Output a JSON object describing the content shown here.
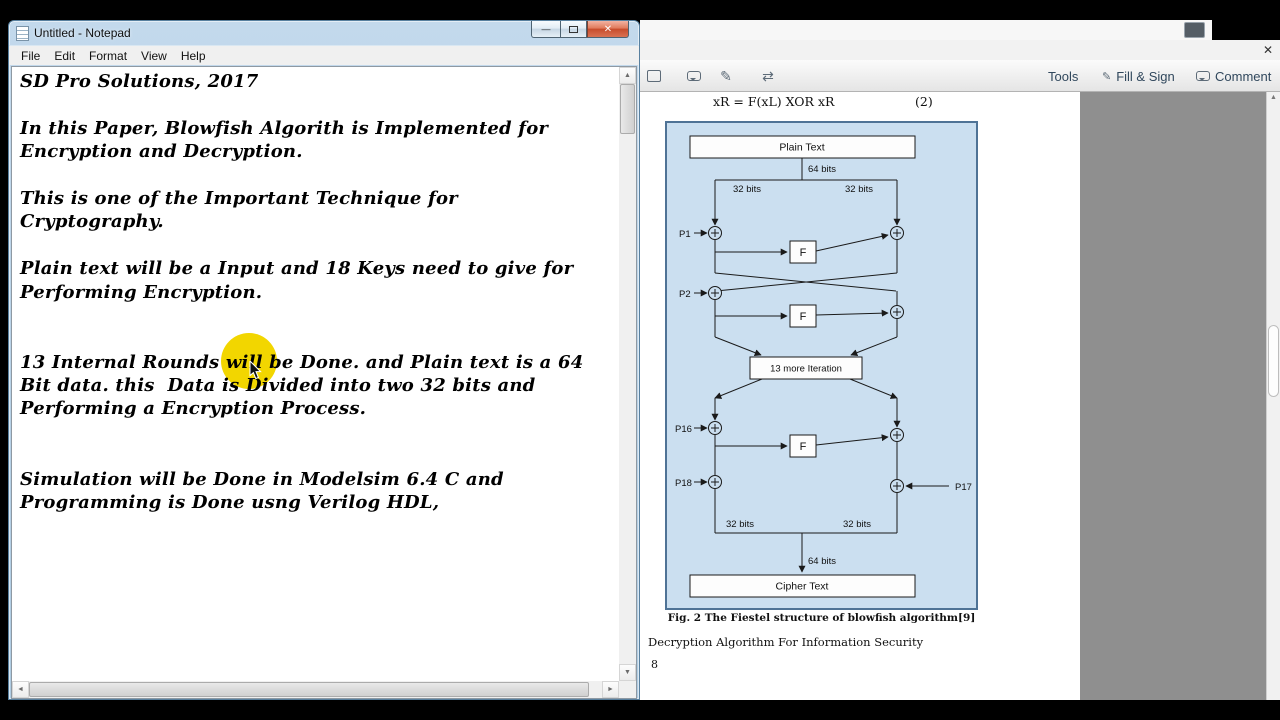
{
  "notepad": {
    "title": "Untitled - Notepad",
    "menu": [
      "File",
      "Edit",
      "Format",
      "View",
      "Help"
    ],
    "lines": [
      "SD Pro Solutions, 2017",
      "",
      "In this Paper, Blowfish Algorith is Implemented for",
      "Encryption and Decryption.",
      "",
      "This is one of the Important Technique for",
      "Cryptography.",
      "",
      "Plain text will be a Input and 18 Keys need to give for",
      "Performing Encryption.",
      "",
      "",
      "13 Internal Rounds will be Done. and Plain text is a 64",
      "Bit data. this  Data is Divided into two 32 bits and",
      "Performing a Encryption Process.",
      "",
      "",
      "Simulation will be Done in Modelsim 6.4 C and",
      "Programming is Done usng Verilog HDL,",
      ""
    ],
    "caption_icons": {
      "minimize": "—",
      "close": "✕"
    }
  },
  "pdf": {
    "toolbar": {
      "tools": "Tools",
      "fill_sign": "Fill & Sign",
      "comment": "Comment",
      "close": "✕",
      "sign_glyph": "✎",
      "arrows_glyph": "⇄"
    },
    "equation": {
      "text": "xR =  F(xL) XOR xR",
      "number": "(2)"
    },
    "figure": {
      "plain_text": "Plain Text",
      "cipher_text": "Cipher Text",
      "bits64": "64 bits",
      "bits32": "32 bits",
      "f": "F",
      "iteration": "13 more Iteration",
      "p1": "P1",
      "p2": "P2",
      "p16": "P16",
      "p17": "P17",
      "p18": "P18",
      "caption": "Fig. 2 The Fiestel structure of blowfish algorithm[9]"
    },
    "footer": {
      "text": "Decryption Algorithm For Information Security",
      "page": "8"
    },
    "scroll_arrow": "▲"
  },
  "colors": {
    "highlight_yellow": "#f2d600",
    "diagram_bg": "#cbdff0",
    "diagram_border": "#4f7396",
    "titlebar_blue": "#bcd5ea"
  },
  "scrollbar_glyphs": {
    "up": "▲",
    "down": "▼",
    "left": "◄",
    "right": "►"
  }
}
